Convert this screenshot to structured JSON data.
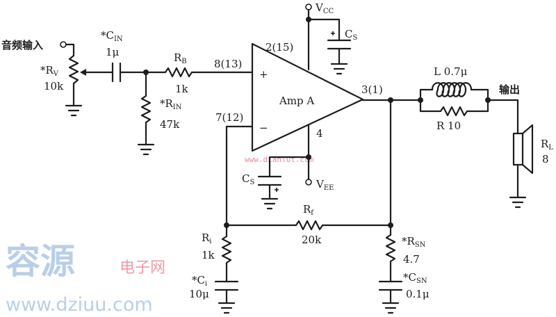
{
  "input_label": "音频输入",
  "output_label": "输出",
  "amp": {
    "name": "Amp A",
    "plus": "+",
    "minus": "−"
  },
  "pins": {
    "pin2": "2(15)",
    "pin8": "8(13)",
    "pin7": "7(12)",
    "pin3": "3(1)",
    "pin4": "4"
  },
  "supply": {
    "vcc": "V",
    "vcc_sub": "CC",
    "vee": "V",
    "vee_sub": "EE"
  },
  "components": {
    "cin": {
      "name": "*C",
      "sub": "IN",
      "value": "1μ"
    },
    "rv": {
      "name": "*R",
      "sub": "V",
      "value": "10k"
    },
    "rb": {
      "name": "R",
      "sub": "B",
      "value": "1k"
    },
    "rin": {
      "name": "*R",
      "sub": "IN",
      "value": "47k"
    },
    "cs_top": {
      "name": "C",
      "sub": "S"
    },
    "cs_bottom": {
      "name": "C",
      "sub": "S"
    },
    "inductor": {
      "label": "L 0.7μ"
    },
    "r_out": {
      "label": "R 10"
    },
    "rl": {
      "name": "R",
      "sub": "L",
      "value": "8"
    },
    "rf": {
      "name": "R",
      "sub": "f",
      "value": "20k"
    },
    "ri": {
      "name": "R",
      "sub": "i",
      "value": "1k"
    },
    "ci": {
      "name": "*C",
      "sub": "i",
      "value": "10μ"
    },
    "rsn": {
      "name": "*R",
      "sub": "SN",
      "value": "4.7"
    },
    "csn": {
      "name": "*C",
      "sub": "SN",
      "value": "0.1μ"
    }
  },
  "watermarks": {
    "site_cn": "容源",
    "site_cn_small": "电子网",
    "url": "www.dziuu.com",
    "url_small": "www.dianlut.com"
  }
}
